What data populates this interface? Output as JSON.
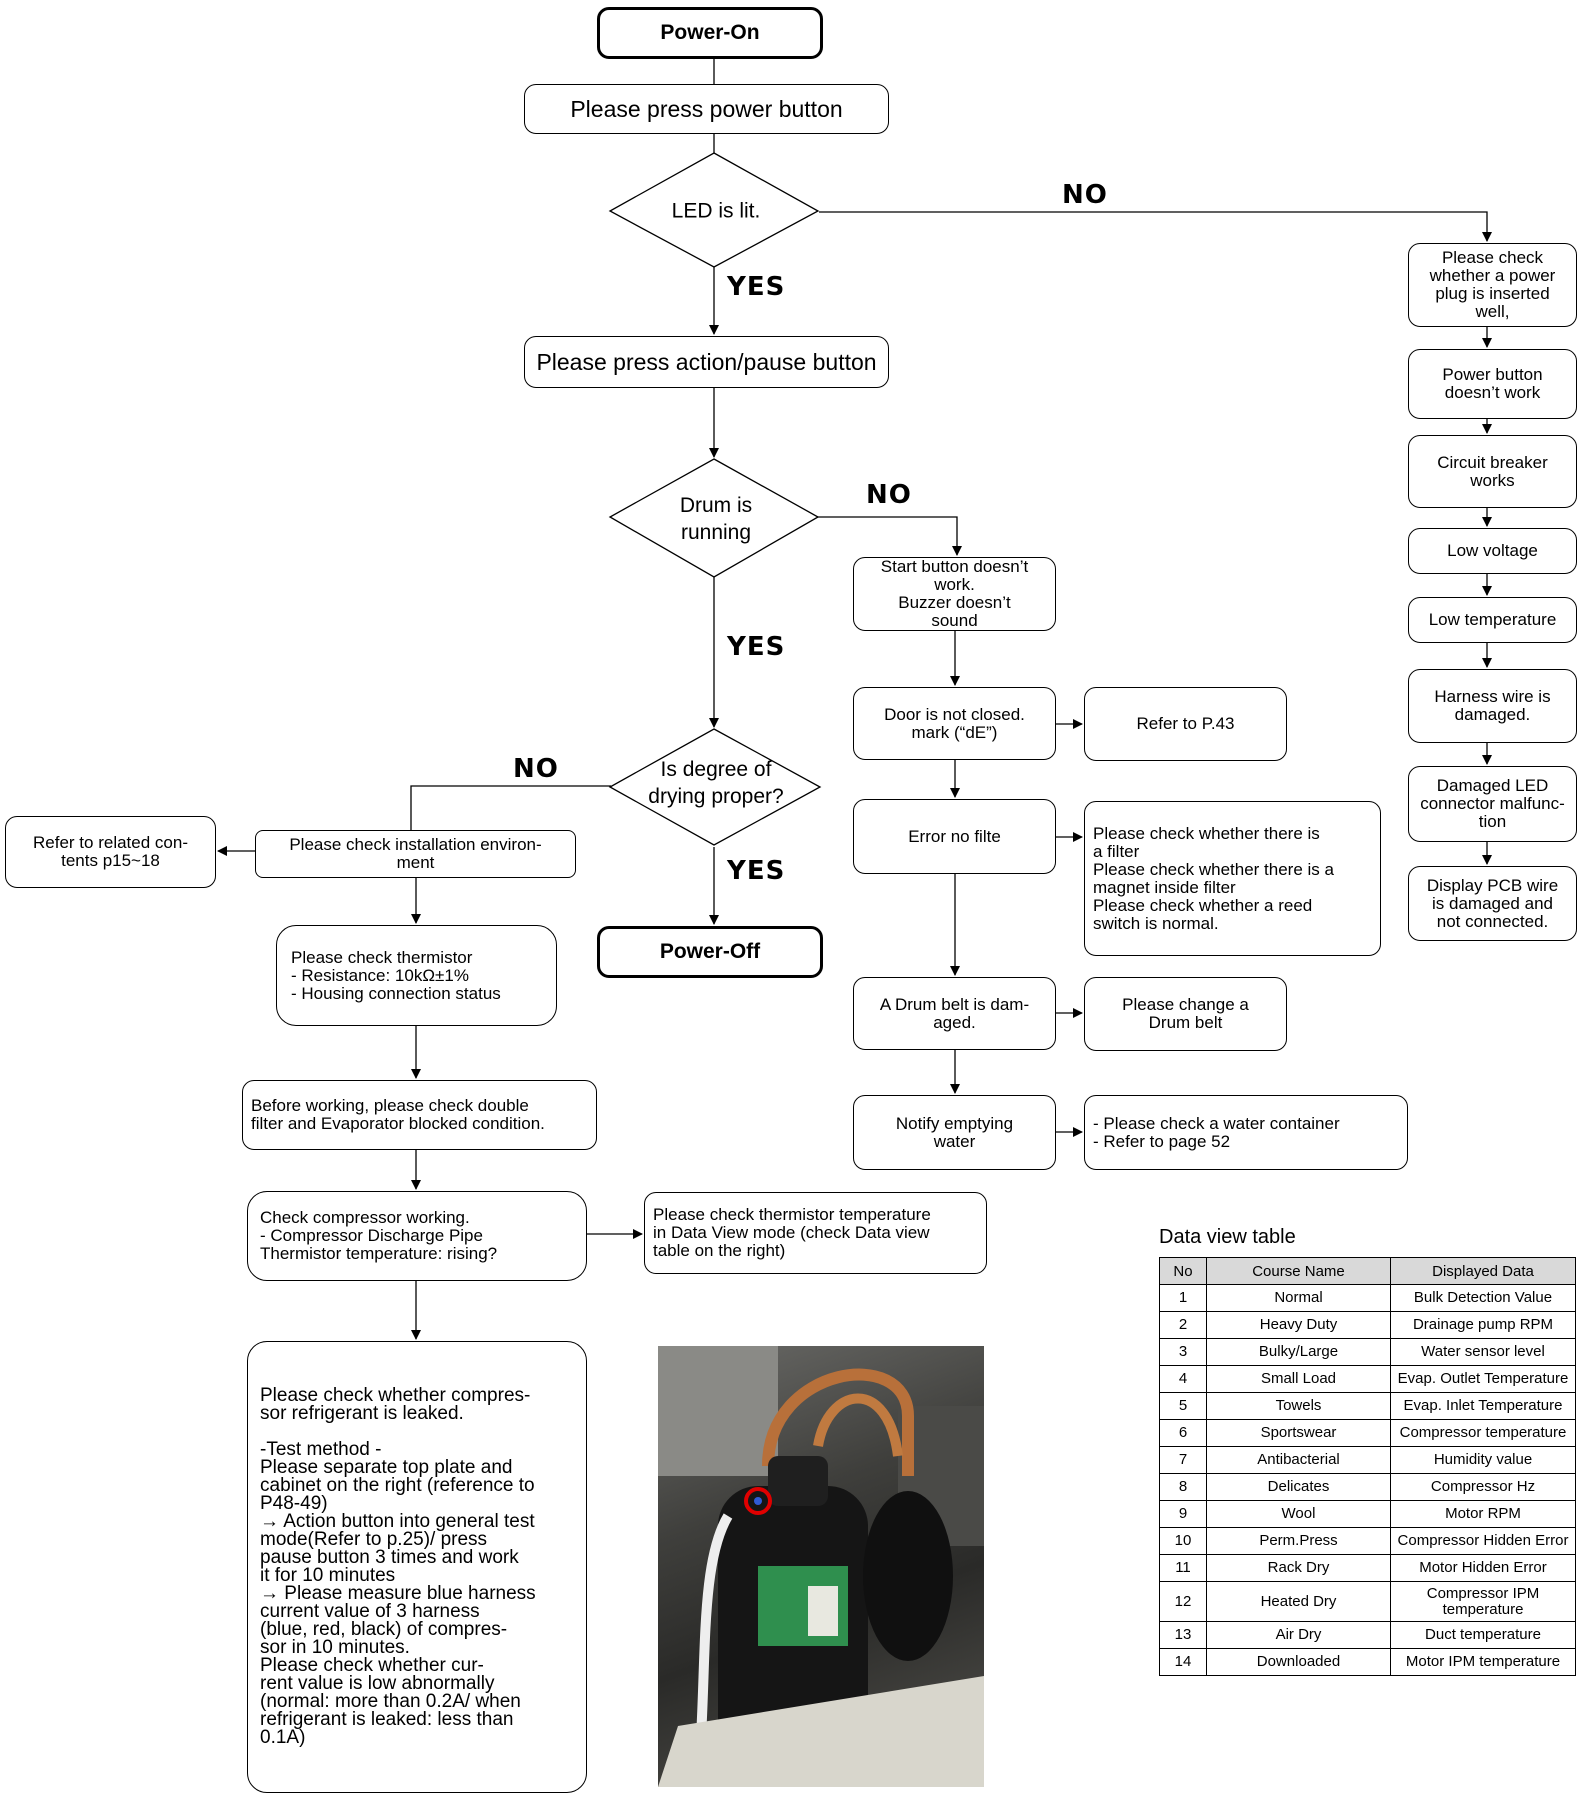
{
  "flow": {
    "power_on": "Power-On",
    "press_power": "Please press power button",
    "led_lit": "LED is lit.",
    "press_action": "Please press action/pause button",
    "drum_running": "Drum is\nrunning",
    "drying_proper": "Is degree of\ndrying proper?",
    "power_off": "Power-Off",
    "check_install": "Please check installation environ-\nment",
    "refer_related": "Refer to related con-\ntents p15~18",
    "check_thermistor": "Please check thermistor\n- Resistance: 10kΩ±1%\n- Housing connection status",
    "check_filter": "Before working, please check double\nfilter and Evaporator blocked condition.",
    "check_compressor": "Check compressor working.\n- Compressor Discharge Pipe\n  Thermistor temperature: rising?",
    "check_data_view": "Please check thermistor temperature\nin Data View mode (check Data view\ntable on the right)",
    "leak_check": "Please check whether compres-\nsor refrigerant is leaked.\n\n-Test method -\nPlease separate top plate and\ncabinet on the right (reference to\nP48-49)\n→ Action button into general test\n    mode(Refer to p.25)/ press\n    pause button 3 times and work\n    it for 10 minutes\n→ Please measure blue harness\n    current value of 3 harness\n    (blue, red, black) of compres-\n    sor in 10 minutes.\n    Please check whether cur-\n    rent value is low abnormally\n    (normal: more than 0.2A/ when\n    refrigerant is leaked: less than\n    0.1A)",
    "start_button": "Start button doesn’t\nwork.\nBuzzer doesn’t\nsound",
    "door_not_closed": "Door is not closed.\nmark (“dE”)",
    "refer_p43": "Refer to P.43",
    "error_no_filter": "Error no filte",
    "filter_checks": "Please check whether there is\na filter\nPlease check whether there is a\nmagnet inside filter\nPlease check whether a reed\nswitch is normal.",
    "drum_belt": "A Drum belt is dam-\naged.",
    "change_belt": "Please change a\nDrum belt",
    "notify_water": "Notify emptying\nwater",
    "water_checks": "- Please check a water container\n- Refer to page 52",
    "plug_check": "Please check\nwhether a power\nplug is inserted\nwell,",
    "power_button": "Power button\ndoesn’t work",
    "breaker": "Circuit breaker\nworks",
    "low_voltage": "Low voltage",
    "low_temp": "Low temperature",
    "harness": "Harness wire is\ndamaged.",
    "led_connector": "Damaged LED\nconnector malfunc-\ntion",
    "display_pcb": "Display PCB wire\nis damaged and\nnot connected."
  },
  "labels": {
    "no": "NO",
    "yes": "YES"
  },
  "table": {
    "title": "Data view table",
    "headers": [
      "No",
      "Course Name",
      "Displayed Data"
    ],
    "rows": [
      [
        "1",
        "Normal",
        "Bulk Detection Value"
      ],
      [
        "2",
        "Heavy Duty",
        "Drainage pump RPM"
      ],
      [
        "3",
        "Bulky/Large",
        "Water sensor level"
      ],
      [
        "4",
        "Small Load",
        "Evap. Outlet Temperature"
      ],
      [
        "5",
        "Towels",
        "Evap. Inlet Temperature"
      ],
      [
        "6",
        "Sportswear",
        "Compressor temperature"
      ],
      [
        "7",
        "Antibacterial",
        "Humidity value"
      ],
      [
        "8",
        "Delicates",
        "Compressor Hz"
      ],
      [
        "9",
        "Wool",
        "Motor RPM"
      ],
      [
        "10",
        "Perm.Press",
        "Compressor Hidden Error"
      ],
      [
        "11",
        "Rack Dry",
        "Motor Hidden Error"
      ],
      [
        "12",
        "Heated Dry",
        "Compressor IPM\ntemperature"
      ],
      [
        "13",
        "Air Dry",
        "Duct temperature"
      ],
      [
        "14",
        "Downloaded",
        "Motor IPM temperature"
      ]
    ]
  }
}
